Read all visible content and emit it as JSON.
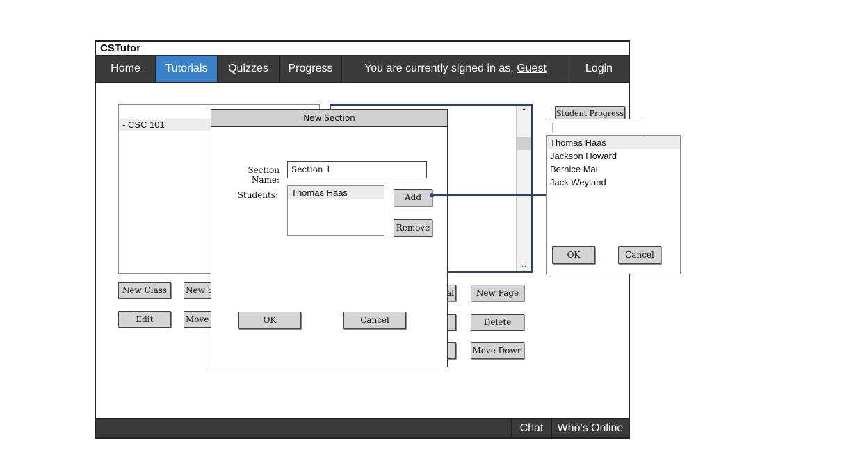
{
  "window": {
    "app_title": "CSTutor"
  },
  "nav": {
    "home": "Home",
    "tutorials": "Tutorials",
    "quizzes": "Quizzes",
    "progress": "Progress",
    "signed_in_prefix": "You are currently signed in as,",
    "signed_in_user": "Guest",
    "login": "Login"
  },
  "footer": {
    "chat": "Chat",
    "whos_online": "Who's Online"
  },
  "class_tree": {
    "items": [
      "- CSC 101"
    ]
  },
  "left_buttons": {
    "new_class": "New Class",
    "new_section": "New S",
    "edit": "Edit",
    "move_section": "Move S"
  },
  "right_buttons": {
    "partial_1": "al",
    "new_page": "New Page",
    "delete": "Delete",
    "move_down": "Move Down",
    "student_progress": "Student Progress"
  },
  "dialog": {
    "title": "New Section",
    "section_name_label": "Section Name:",
    "section_name_value": "Section 1",
    "students_label": "Students:",
    "students": [
      "Thomas Haas"
    ],
    "add": "Add",
    "remove": "Remove",
    "ok": "OK",
    "cancel": "Cancel"
  },
  "picker": {
    "search_value": "|",
    "students": [
      "Thomas Haas",
      "Jackson Howard",
      "Bernice Mai",
      "Jack Weyland"
    ],
    "ok": "OK",
    "cancel": "Cancel"
  },
  "colors": {
    "nav_bg": "#3b3b3b",
    "nav_active": "#3b82c8",
    "pane_border": "#2a3f7a"
  },
  "icons": {
    "scroll_up": "chevron-up-icon",
    "scroll_down": "chevron-down-icon"
  }
}
